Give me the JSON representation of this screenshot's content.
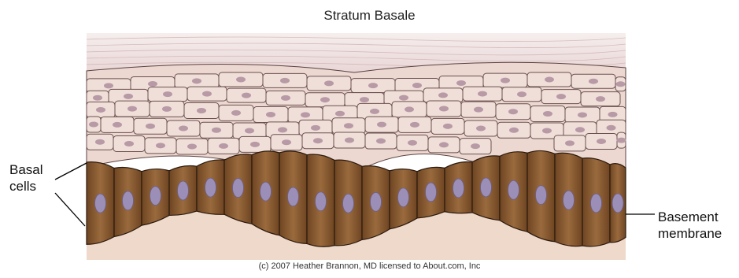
{
  "title": "Stratum Basale",
  "labels": {
    "basal_line1": "Basal",
    "basal_line2": "cells",
    "basement_line1": "Basement",
    "basement_line2": "membrane"
  },
  "credit": "(c) 2007 Heather Brannon, MD licensed to About.com, Inc",
  "colors": {
    "basal_cell": "#8a5a32",
    "nucleus": "#9b8fb8",
    "basement": "#eed9cb",
    "upper_cells": "#ecd8d0"
  }
}
